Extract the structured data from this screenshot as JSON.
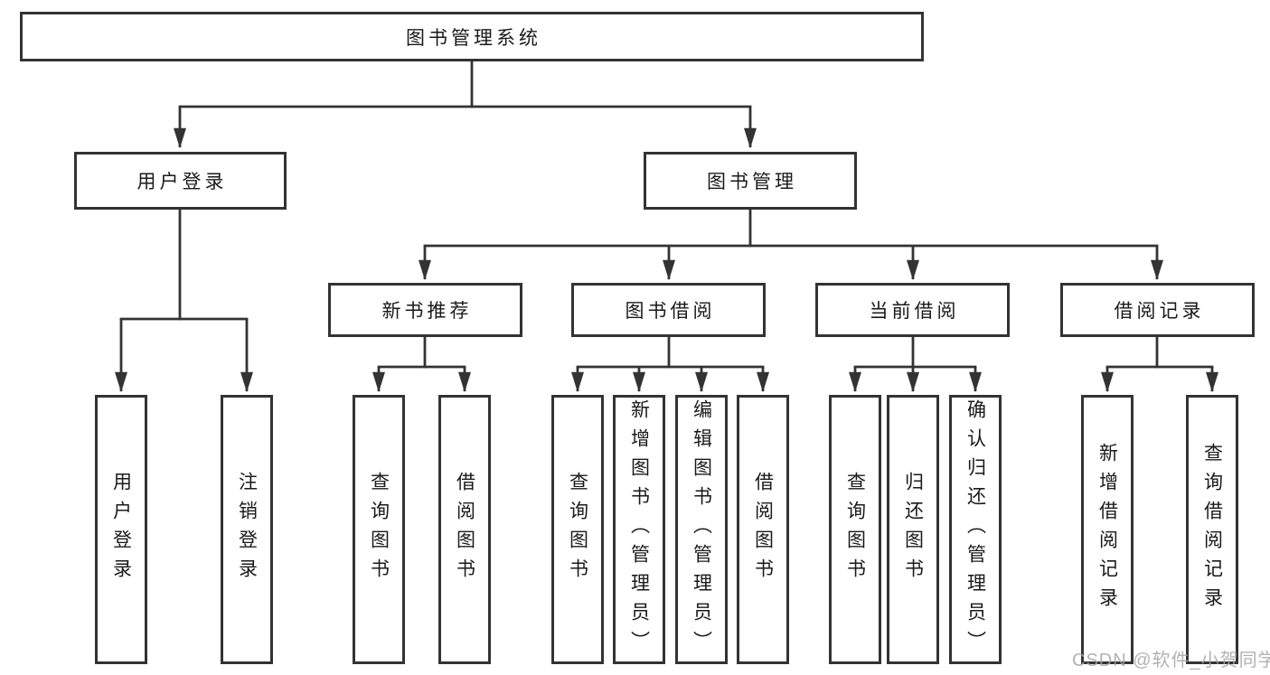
{
  "diagram": {
    "root": {
      "label": "图书管理系统"
    },
    "level2": {
      "user_login": {
        "label": "用户登录"
      },
      "book_management": {
        "label": "图书管理"
      }
    },
    "level3": {
      "new_book_recommend": {
        "label": "新书推荐"
      },
      "book_borrow": {
        "label": "图书借阅"
      },
      "current_borrow": {
        "label": "当前借阅"
      },
      "borrow_records": {
        "label": "借阅记录"
      }
    },
    "leaves": {
      "user_login": [
        "用户登录",
        "注销登录"
      ],
      "new_book_recommend": [
        "查询图书",
        "借阅图书"
      ],
      "book_borrow": [
        "查询图书",
        "新增图书（管理员）",
        "编辑图书（管理员）",
        "借阅图书"
      ],
      "current_borrow": [
        "查询图书",
        "归还图书",
        "确认归还（管理员）"
      ],
      "borrow_records": [
        "新增借阅记录",
        "查询借阅记录"
      ]
    },
    "colors": {
      "line": "#333333",
      "box_border": "#333333",
      "box_fill": "#ffffff",
      "text": "#1a1a1a",
      "watermark": "#a5a5a5"
    }
  },
  "watermark": {
    "text": "CSDN @软件_小贺同学"
  }
}
